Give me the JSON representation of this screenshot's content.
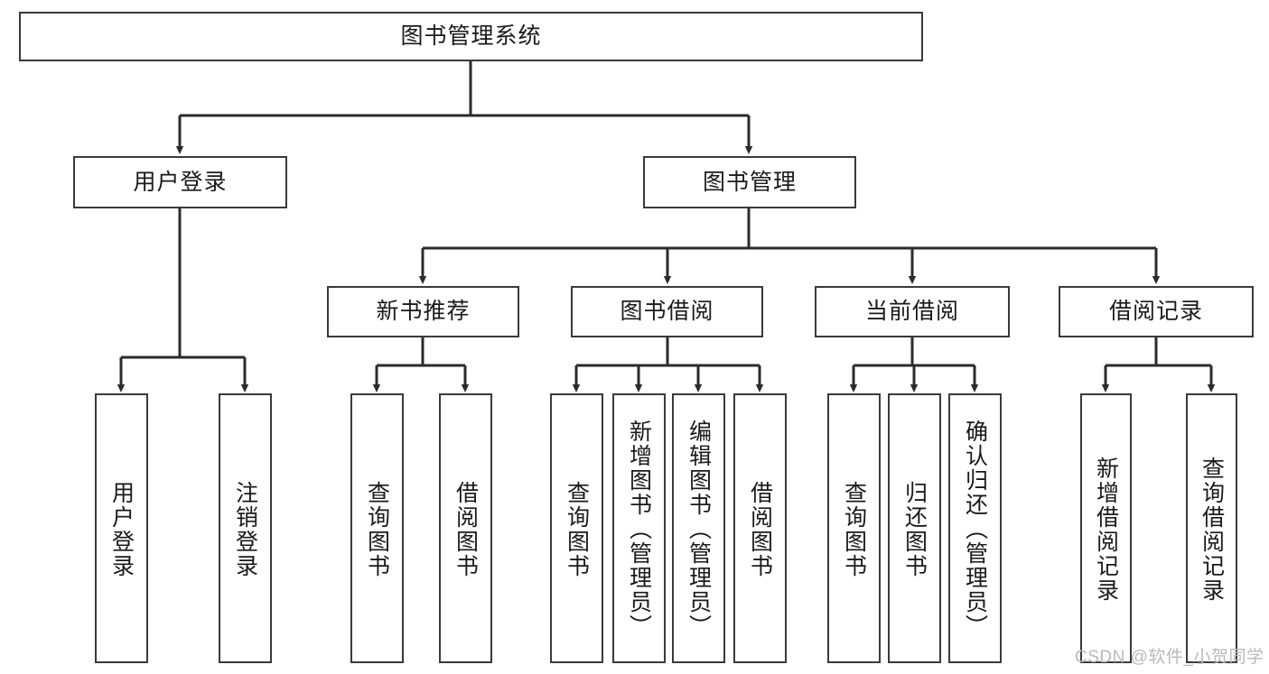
{
  "diagram": {
    "type": "tree",
    "title": "图书管理系统",
    "watermark": "CSDN @软件_小贺同学",
    "colors": {
      "node_border": "#3a3a3a",
      "node_fill": "#ffffff",
      "edge": "#2b2b2b",
      "text": "#1a1a1a",
      "watermark": "#b9b9b9",
      "background": "#ffffff"
    },
    "levels": {
      "level1": [
        {
          "id": "root",
          "label": "图书管理系统"
        }
      ],
      "level2": [
        {
          "id": "login",
          "label": "用户登录"
        },
        {
          "id": "bookmgmt",
          "label": "图书管理"
        }
      ],
      "level3": [
        {
          "id": "newbook",
          "label": "新书推荐"
        },
        {
          "id": "borrow",
          "label": "图书借阅"
        },
        {
          "id": "current",
          "label": "当前借阅"
        },
        {
          "id": "records",
          "label": "借阅记录"
        }
      ],
      "level4": [
        {
          "id": "leaf-user-login",
          "label": "用户登录",
          "parent": "login"
        },
        {
          "id": "leaf-user-logout",
          "label": "注销登录",
          "parent": "login"
        },
        {
          "id": "leaf-query-book-1",
          "label": "查询图书",
          "parent": "newbook"
        },
        {
          "id": "leaf-borrow-book-1",
          "label": "借阅图书",
          "parent": "newbook"
        },
        {
          "id": "leaf-query-book-2",
          "label": "查询图书",
          "parent": "borrow"
        },
        {
          "id": "leaf-add-book",
          "label": "新增图书（管理员）",
          "parent": "borrow"
        },
        {
          "id": "leaf-edit-book",
          "label": "编辑图书（管理员）",
          "parent": "borrow"
        },
        {
          "id": "leaf-borrow-book-2",
          "label": "借阅图书",
          "parent": "borrow"
        },
        {
          "id": "leaf-query-book-3",
          "label": "查询图书",
          "parent": "current"
        },
        {
          "id": "leaf-return-book",
          "label": "归还图书",
          "parent": "current"
        },
        {
          "id": "leaf-confirm-return",
          "label": "确认归还（管理员）",
          "parent": "current"
        },
        {
          "id": "leaf-add-record",
          "label": "新增借阅记录",
          "parent": "records"
        },
        {
          "id": "leaf-query-record",
          "label": "查询借阅记录",
          "parent": "records"
        }
      ]
    }
  }
}
